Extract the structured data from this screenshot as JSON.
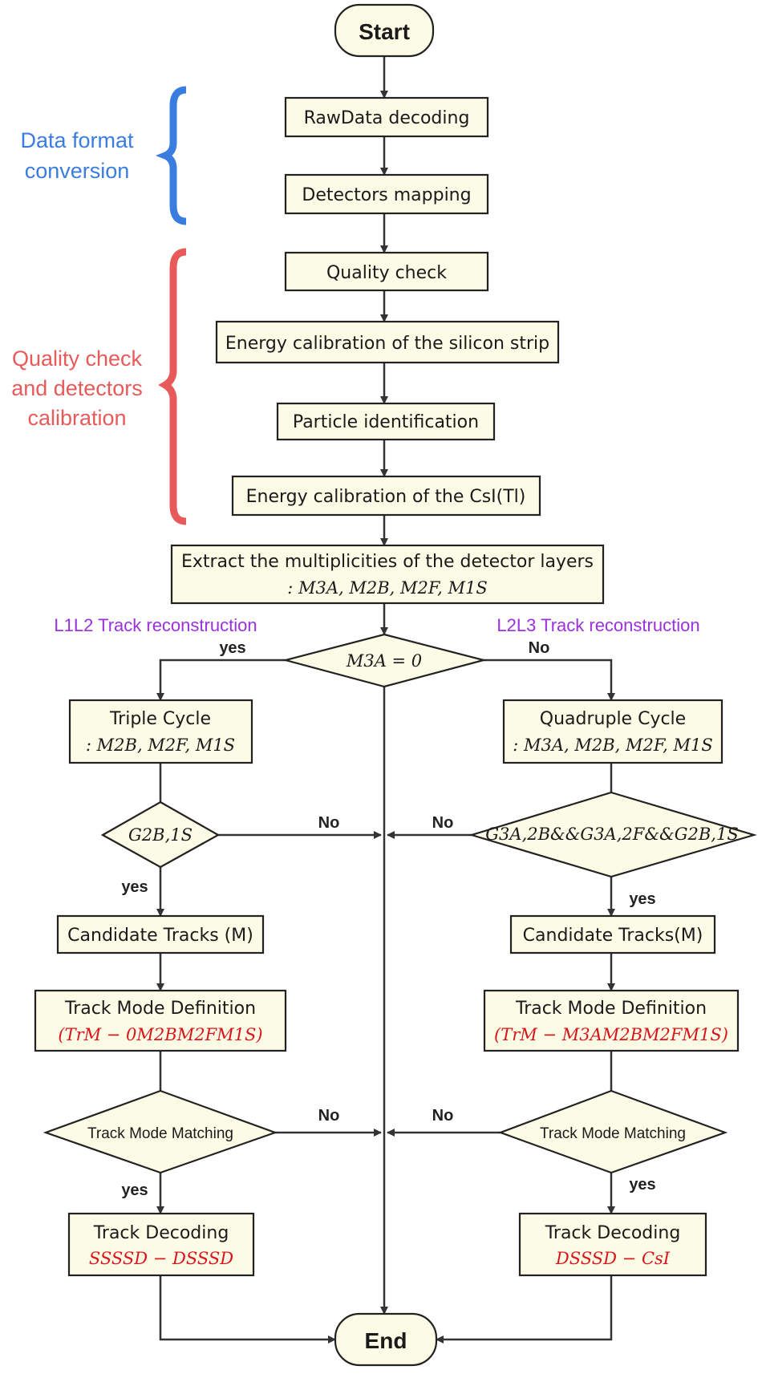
{
  "groups": {
    "data_format": {
      "line1": "Data format",
      "line2": "conversion",
      "color": "#3a7de0"
    },
    "quality": {
      "line1": "Quality check",
      "line2": "and detectors",
      "line3": "calibration",
      "color": "#e85a5a"
    }
  },
  "branch_titles": {
    "left": "L1L2 Track reconstruction",
    "right": "L2L3 Track reconstruction",
    "color": "#9b30e0"
  },
  "terminals": {
    "start": "Start",
    "end": "End"
  },
  "steps": {
    "rawdata": "RawData decoding",
    "mapping": "Detectors mapping",
    "quality": "Quality check",
    "energy_si": "Energy calibration of the silicon strip",
    "pid": "Particle identification",
    "energy_csi": "Energy calibration of the CsI(Tl)",
    "extract_line1": "Extract the multiplicities of the detector layers",
    "extract_line2": ": M3A, M2B, M2F, M1S"
  },
  "decision_top": "M3A = 0",
  "left": {
    "cycle_line1": "Triple Cycle",
    "cycle_line2": ": M2B, M2F, M1S",
    "gate": "G2B,1S",
    "candidates": "Candidate Tracks (M)",
    "mode_def_line1": "Track Mode  Definition",
    "mode_def_line2": "(TrM − 0M2BM2FM1S)",
    "matching": "Track Mode Matching",
    "decoding_line1": "Track Decoding",
    "decoding_line2": "SSSSD − DSSSD"
  },
  "right": {
    "cycle_line1": "Quadruple Cycle",
    "cycle_line2": ": M3A, M2B, M2F, M1S",
    "gate": "G3A,2B&&G3A,2F&&G2B,1S",
    "candidates": "Candidate Tracks(M)",
    "mode_def_line1": "Track Mode Definition",
    "mode_def_line2": "(TrM − M3AM2BM2FM1S)",
    "matching": "Track Mode Matching",
    "decoding_line1": "Track Decoding",
    "decoding_line2": "DSSSD − CsI"
  },
  "edge_labels": {
    "yes": "yes",
    "no": "No"
  }
}
